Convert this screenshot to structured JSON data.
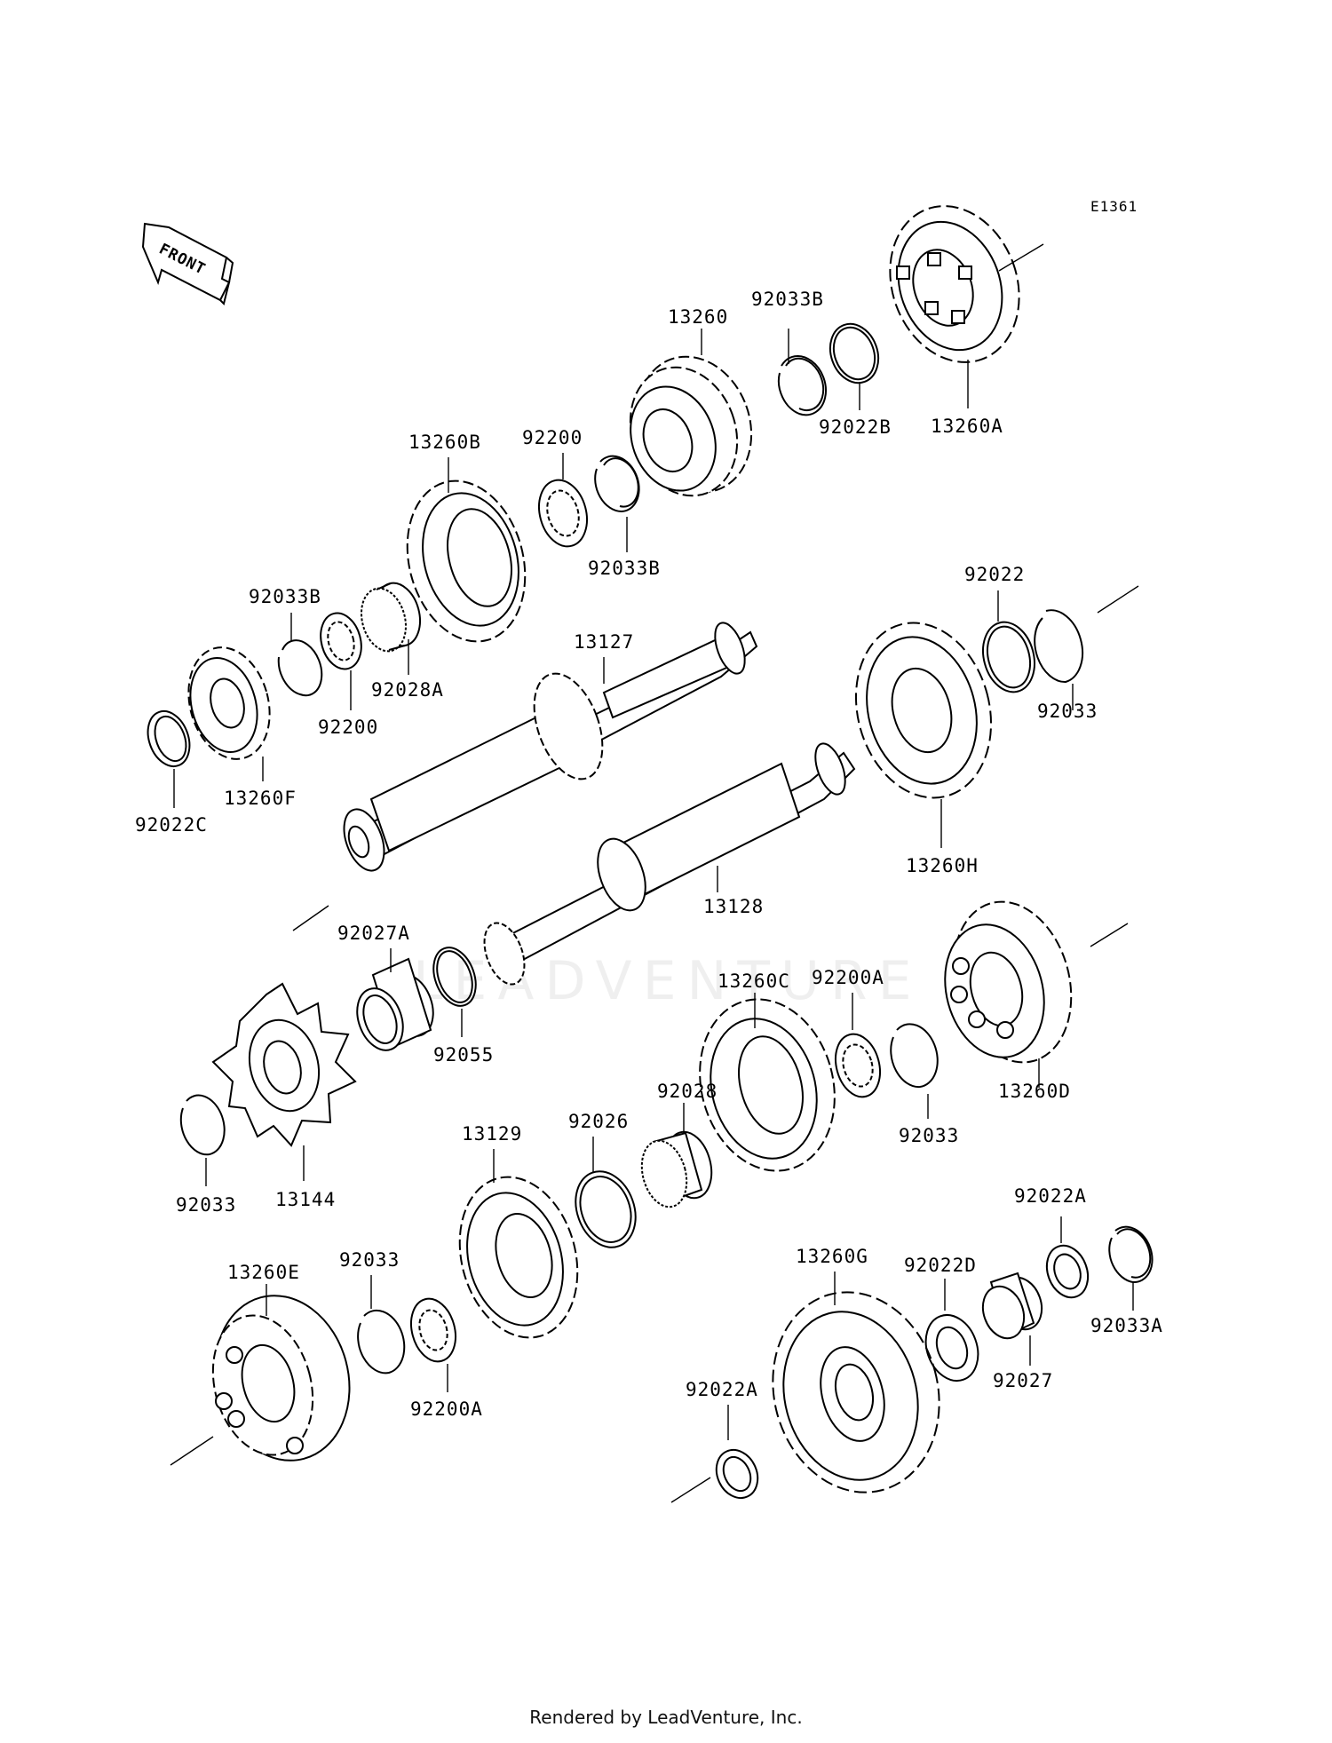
{
  "diagram": {
    "code": "E1361",
    "front_label": "FRONT",
    "watermark": "LEADVENTURE"
  },
  "labels": {
    "l_13260": "13260",
    "l_92033B_a": "92033B",
    "l_92022B": "92022B",
    "l_13260A": "13260A",
    "l_13260B": "13260B",
    "l_92200_a": "92200",
    "l_92033B_b": "92033B",
    "l_92033B_c": "92033B",
    "l_92028A": "92028A",
    "l_92200_b": "92200",
    "l_92022C": "92022C",
    "l_13260F": "13260F",
    "l_13127": "13127",
    "l_92022": "92022",
    "l_92033_a": "92033",
    "l_13260H": "13260H",
    "l_13128": "13128",
    "l_92027A": "92027A",
    "l_92055": "92055",
    "l_13260C": "13260C",
    "l_92200A_a": "92200A",
    "l_92033_b": "92033",
    "l_13260D": "13260D",
    "l_92033_c": "92033",
    "l_13144": "13144",
    "l_92028": "92028",
    "l_92026": "92026",
    "l_13129": "13129",
    "l_92022A_a": "92022A",
    "l_13260G": "13260G",
    "l_92022D": "92022D",
    "l_92033A": "92033A",
    "l_92027": "92027",
    "l_13260E": "13260E",
    "l_92033_d": "92033",
    "l_92200A_b": "92200A",
    "l_92022A_b": "92022A"
  },
  "footer": "Rendered by LeadVenture, Inc."
}
